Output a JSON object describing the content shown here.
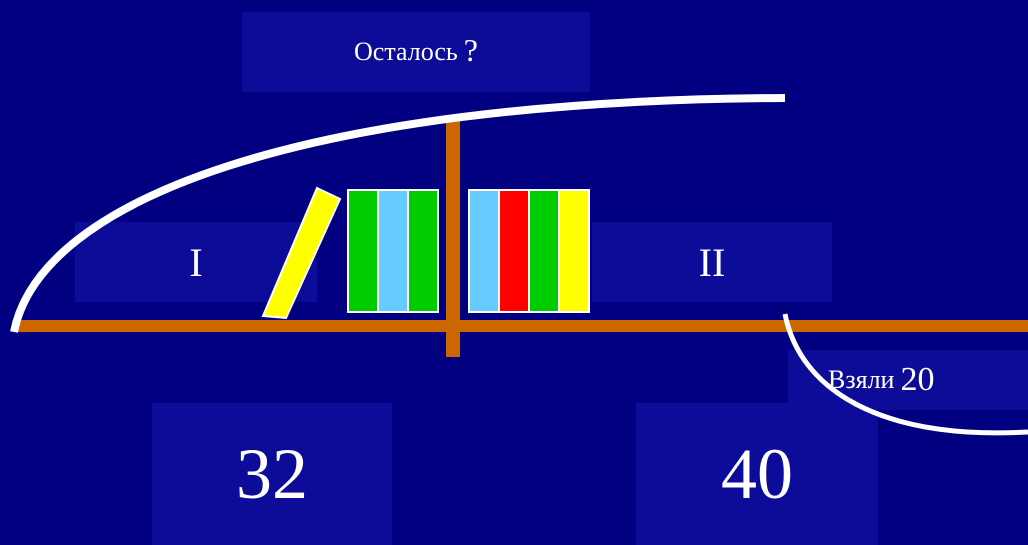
{
  "remaining": {
    "label": "Осталось",
    "value": "?"
  },
  "shelves": [
    {
      "label": "I",
      "count": "32"
    },
    {
      "label": "II",
      "count": "40"
    }
  ],
  "taken": {
    "label": "Взяли",
    "value": "20"
  },
  "colors": {
    "background": "#000080",
    "panel": "#0c0c98",
    "shelf": "#cc6600",
    "bracket": "#ffffff",
    "book_green": "#00cc00",
    "book_light_blue": "#66ccff",
    "book_red": "#ff0000",
    "book_yellow": "#ffff00"
  },
  "books": {
    "shelf1": [
      "book_green",
      "book_light_blue",
      "book_green"
    ],
    "shelf2": [
      "book_light_blue",
      "book_red",
      "book_green",
      "book_yellow"
    ],
    "leaning": "book_yellow"
  }
}
